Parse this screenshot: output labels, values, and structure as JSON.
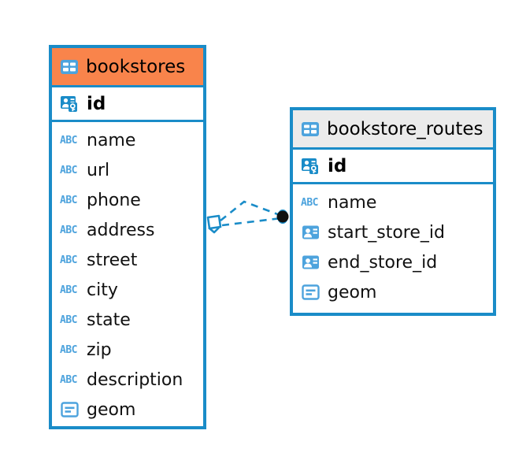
{
  "diagram": {
    "title": "bookstores / bookstore_routes entity relationship diagram",
    "background": "#ffffff",
    "accent_color": "#1a8cc8",
    "selected_header_color": "#f9844b",
    "unselected_header_color": "#ebebeb",
    "icon_blue": "#4da3dd",
    "connector_endpoint_color": "#111111"
  },
  "entities": [
    {
      "name": "bookstores",
      "header_state": "selected",
      "header_icon": "table-icon",
      "primary_key": {
        "label": "id",
        "icon": "primary-key-icon",
        "type": "key"
      },
      "fields": [
        {
          "label": "name",
          "icon": "text-abc-icon",
          "type": "text",
          "abc": "ABC"
        },
        {
          "label": "url",
          "icon": "text-abc-icon",
          "type": "text",
          "abc": "ABC"
        },
        {
          "label": "phone",
          "icon": "text-abc-icon",
          "type": "text",
          "abc": "ABC"
        },
        {
          "label": "address",
          "icon": "text-abc-icon",
          "type": "text",
          "abc": "ABC"
        },
        {
          "label": "street",
          "icon": "text-abc-icon",
          "type": "text",
          "abc": "ABC"
        },
        {
          "label": "city",
          "icon": "text-abc-icon",
          "type": "text",
          "abc": "ABC"
        },
        {
          "label": "state",
          "icon": "text-abc-icon",
          "type": "text",
          "abc": "ABC"
        },
        {
          "label": "zip",
          "icon": "text-abc-icon",
          "type": "text",
          "abc": "ABC"
        },
        {
          "label": "description",
          "icon": "text-abc-icon",
          "type": "text",
          "abc": "ABC"
        },
        {
          "label": "geom",
          "icon": "geometry-icon",
          "type": "geometry"
        }
      ]
    },
    {
      "name": "bookstore_routes",
      "header_state": "plain",
      "header_icon": "table-icon",
      "primary_key": {
        "label": "id",
        "icon": "primary-key-icon",
        "type": "key"
      },
      "fields": [
        {
          "label": "name",
          "icon": "text-abc-icon",
          "type": "text",
          "abc": "ABC"
        },
        {
          "label": "start_store_id",
          "icon": "foreign-key-icon",
          "type": "foreign_key"
        },
        {
          "label": "end_store_id",
          "icon": "foreign-key-icon",
          "type": "foreign_key"
        },
        {
          "label": "geom",
          "icon": "geometry-icon",
          "type": "geometry"
        }
      ]
    }
  ],
  "relationship": {
    "from_entity": "bookstores",
    "to_entity": "bookstore_routes",
    "from_marker": "diamond-marker",
    "to_marker": "filled-circle-marker",
    "line_style": "dashed",
    "link_count": 2,
    "links": [
      {
        "from_field": "id",
        "to_field": "start_store_id"
      },
      {
        "from_field": "id",
        "to_field": "end_store_id"
      }
    ]
  }
}
